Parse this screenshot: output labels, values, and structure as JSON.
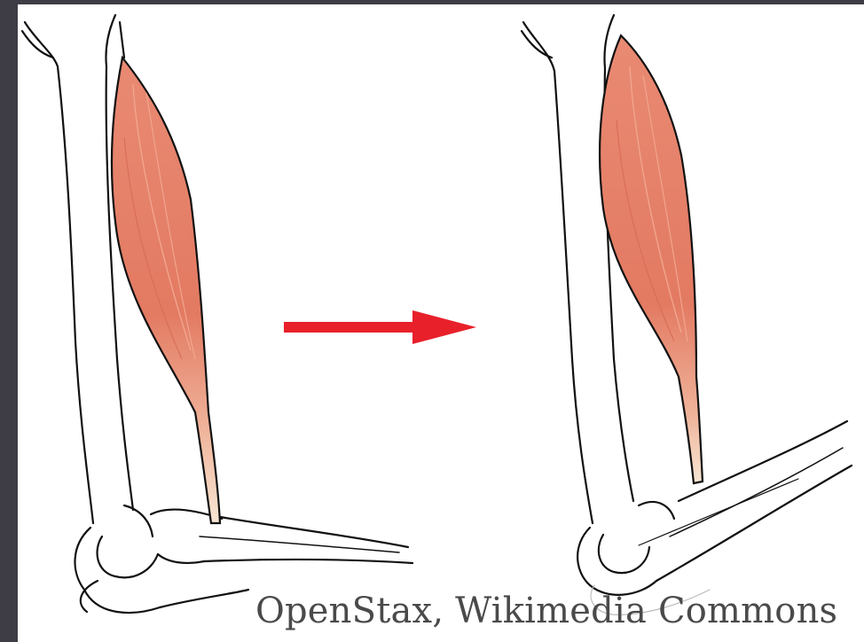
{
  "image_credit": "OpenStax, Wikimedia Commons",
  "colors": {
    "frame_background": "#3e3d46",
    "canvas_background": "#ffffff",
    "muscle": "#e6806a",
    "muscle_highlight": "#f1a58e",
    "tendon": "#f7e6d2",
    "bone_outline": "#111111",
    "arrow": "#e8202a"
  },
  "icons": {
    "left_arm": "relaxed-arm-illustration",
    "right_arm": "flexed-arm-illustration",
    "arrow": "right-arrow"
  }
}
